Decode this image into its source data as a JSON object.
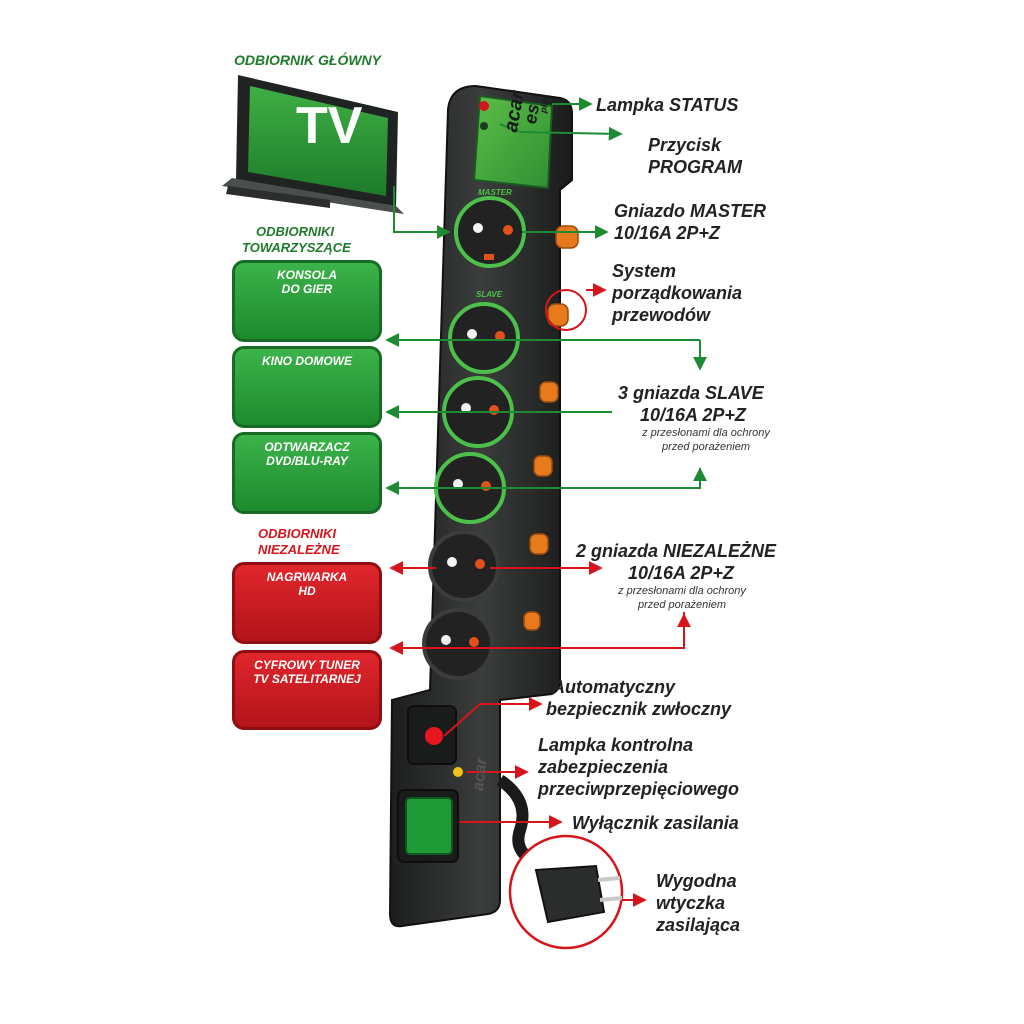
{
  "headings": {
    "main": "ODBIORNIK GŁÓWNY",
    "companion_1": "ODBIORNIKI",
    "companion_2": "TOWARZYSZĄCE",
    "independent_1": "ODBIORNIKI",
    "independent_2": "NIEZALEŻNE"
  },
  "tv_label": "TV",
  "devices": {
    "console_1": "KONSOLA",
    "console_2": "DO GIER",
    "home_cinema": "KINO DOMOWE",
    "dvd_1": "ODTWARZACZ",
    "dvd_2": "DVD/BLU-RAY",
    "recorder_1": "NAGRWARKA",
    "recorder_2": "HD",
    "tuner_1": "CYFROWY TUNER",
    "tuner_2": "TV SATELITARNEJ"
  },
  "strip": {
    "brand": "acar",
    "model": "es",
    "model_suffix": "plus",
    "master_tag": "MASTER",
    "slave_tag": "SLAVE",
    "bottom_brand": "acar"
  },
  "labels": {
    "status_lamp": "Lampka STATUS",
    "program_1": "Przycisk",
    "program_2": "PROGRAM",
    "master_1": "Gniazdo MASTER",
    "master_2": "10/16A 2P+Z",
    "cable_1": "System",
    "cable_2": "porządkowania",
    "cable_3": "przewodów",
    "slave_1": "3 gniazda SLAVE",
    "slave_2": "10/16A 2P+Z",
    "slave_sub_1": "z przesłonami dla ochrony",
    "slave_sub_2": "przed porażeniem",
    "indep_1": "2 gniazda NIEZALEŻNE",
    "indep_2": "10/16A 2P+Z",
    "indep_sub_1": "z przesłonami dla ochrony",
    "indep_sub_2": "przed porażeniem",
    "fuse_1": "Automatyczny",
    "fuse_2": "bezpiecznik zwłoczny",
    "surge_1": "Lampka kontrolna",
    "surge_2": "zabezpieczenia",
    "surge_3": "przeciwprzepięciowego",
    "switch": "Wyłącznik zasilania",
    "plug_1": "Wygodna",
    "plug_2": "wtyczka",
    "plug_3": "zasilająca"
  },
  "colors": {
    "green": "#1f7a2a",
    "green_line": "#1e8a34",
    "red": "#d6141b",
    "strip": "#2a2d2c",
    "socket_ring": "#4cc04a",
    "clip": "#e87a1e"
  }
}
